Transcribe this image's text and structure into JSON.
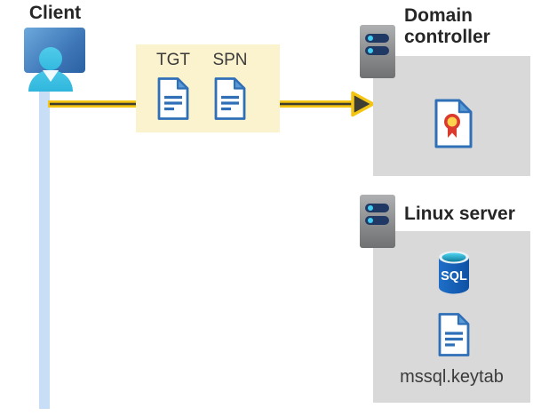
{
  "client": {
    "label": "Client"
  },
  "packet": {
    "items": [
      {
        "label": "TGT",
        "icon": "document-icon"
      },
      {
        "label": "SPN",
        "icon": "document-icon"
      }
    ]
  },
  "domain_controller": {
    "label": "Domain controller",
    "icons": {
      "server": "server-icon",
      "certificate": "certificate-icon"
    }
  },
  "linux_server": {
    "label": "Linux server",
    "sql_icon_label": "SQL",
    "file_label": "mssql.keytab",
    "icons": {
      "server": "server-icon",
      "database": "sql-database-icon",
      "keytab": "document-icon"
    }
  },
  "colors": {
    "packet_bg": "#FBF2CE",
    "panel_bg": "#D9D9D9",
    "arrow_yellow": "#F5C513",
    "arrow_dark": "#3F3E2C",
    "client_line_blue": "#C8DDF6",
    "document_blue": "#2E6FB8",
    "document_fold_blue": "#5B9BD5",
    "person_cyan": "#3DC3E6",
    "monitor_blue": "#3C74B6",
    "sql_body_blue": "#1463BE",
    "sql_top_cyan": "#35C3E0",
    "certificate_red": "#DB3B2E",
    "certificate_gold": "#FFD34D",
    "server_gray": "#8A8C8E",
    "server_bar_navy": "#1F3864",
    "server_dot_cyan": "#41CDF2",
    "title_text": "#262626",
    "label_text": "#3B3B3B"
  }
}
